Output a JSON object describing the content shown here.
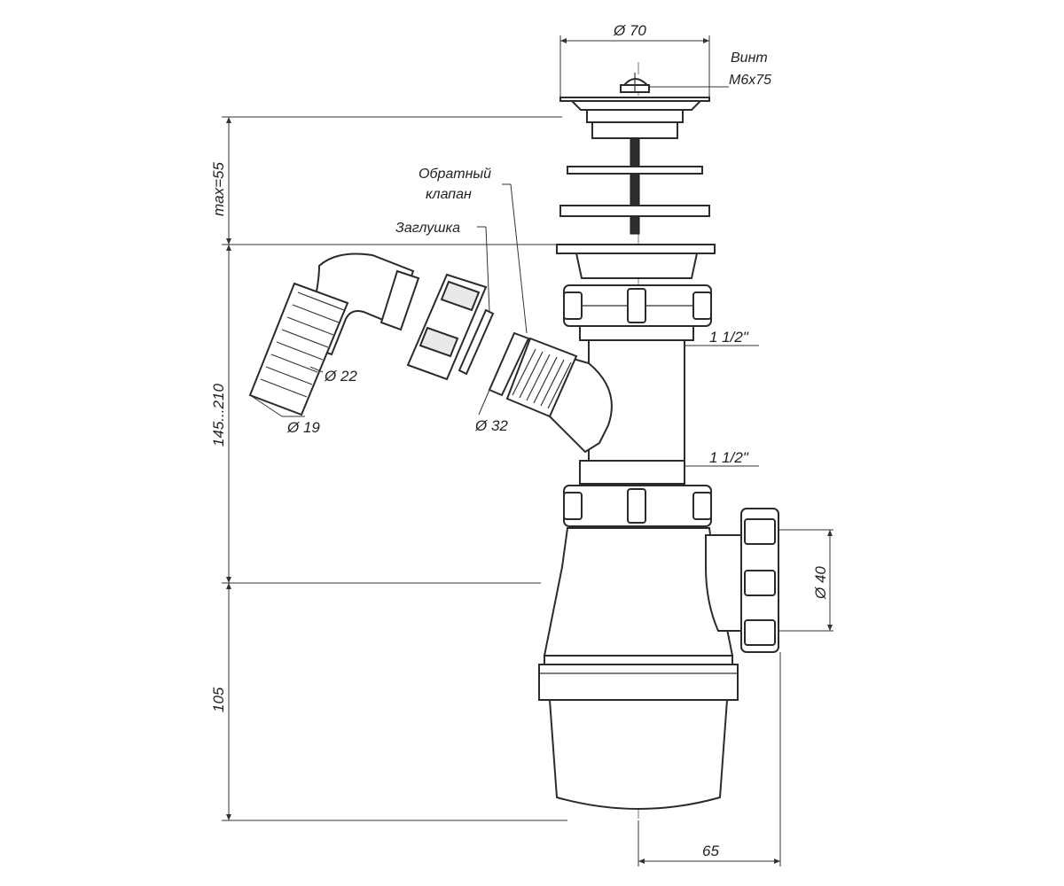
{
  "diagram": {
    "labels": {
      "d_top": "Ø 70",
      "screw_line1": "Винт",
      "screw_line2": "M6x75",
      "check_valve_line1": "Обратный",
      "check_valve_line2": "клапан",
      "plug": "Заглушка",
      "d_22": "Ø 22",
      "d_19": "Ø 19",
      "d_32": "Ø 32",
      "thread_upper": "1 1/2\"",
      "thread_lower": "1 1/2\"",
      "d_40": "Ø 40",
      "dim_max55": "max=55",
      "dim_145_210": "145...210",
      "dim_105": "105",
      "dim_65": "65"
    }
  }
}
